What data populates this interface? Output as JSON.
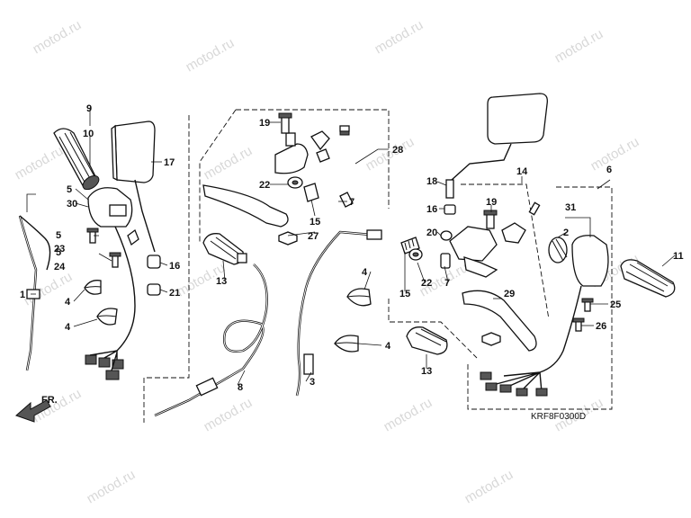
{
  "watermark": "motod.ru",
  "diagram_code": "KRF8F0300D",
  "direction_label": "FR.",
  "callouts": {
    "c1": "1",
    "c2": "2",
    "c3": "3",
    "c4a": "4",
    "c4b": "4",
    "c4c": "4",
    "c4d": "4",
    "c5a": "5",
    "c5b": "5",
    "c5c": "5",
    "c6": "6",
    "c7a": "7",
    "c7b": "7",
    "c8": "8",
    "c9": "9",
    "c10": "10",
    "c11": "11",
    "c13a": "13",
    "c13b": "13",
    "c14": "14",
    "c15a": "15",
    "c15b": "15",
    "c16a": "16",
    "c16b": "16",
    "c17": "17",
    "c18": "18",
    "c19a": "19",
    "c19b": "19",
    "c20": "20",
    "c21": "21",
    "c22a": "22",
    "c22b": "22",
    "c23": "23",
    "c24": "24",
    "c25": "25",
    "c26": "26",
    "c27": "27",
    "c28": "28",
    "c29": "29",
    "c30": "30",
    "c31": "31"
  }
}
